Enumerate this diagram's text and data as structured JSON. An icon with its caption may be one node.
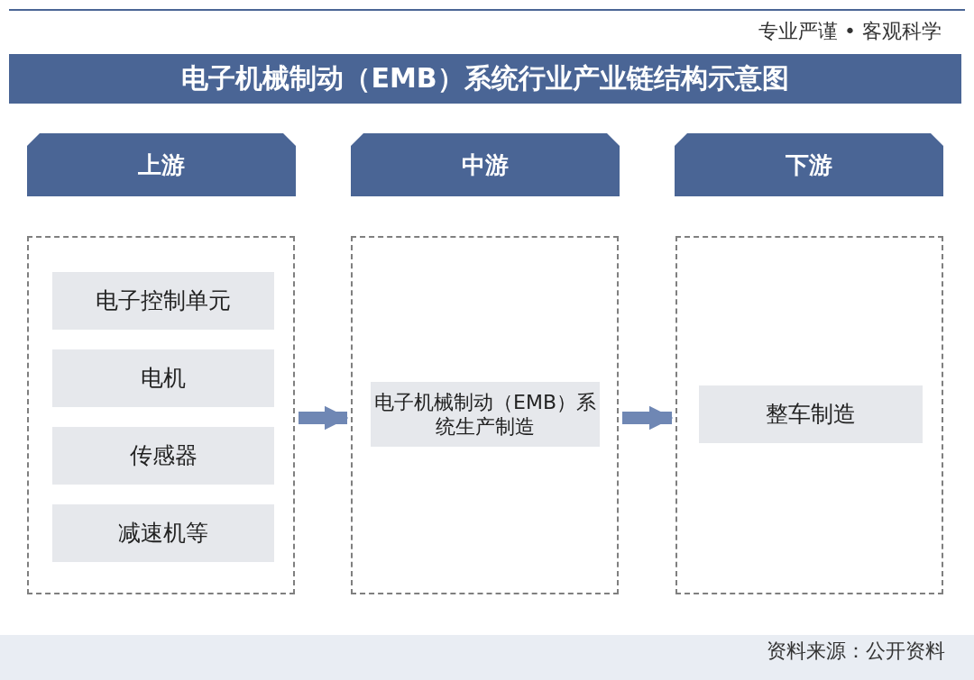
{
  "diagram": {
    "title": "电子机械制动（EMB）系统行业产业链结构示意图",
    "nodes": [
      {
        "text": [
          "上游"
        ]
      },
      {
        "text": [
          "中游"
        ]
      },
      {
        "text": [
          "下游"
        ]
      },
      {
        "text": [],
        "shape": "box"
      },
      {
        "text": [
          "电子控制单元"
        ],
        "in": 3
      },
      {
        "text": [
          "电机"
        ],
        "in": 3
      },
      {
        "text": [
          "传感器"
        ],
        "in": 3
      },
      {
        "text": [
          "减速机等"
        ],
        "in": 3
      },
      {
        "text": [],
        "shape": "box"
      },
      {
        "text": [
          "电子机械制动（EMB）系统生产制造"
        ],
        "in": 8
      },
      {
        "text": [],
        "shape": "box"
      },
      {
        "text": [
          "整车制造"
        ],
        "in": 10
      }
    ],
    "edges": [
      {
        "from": 3,
        "to": 8,
        "arrow": "to"
      },
      {
        "from": 8,
        "to": 10,
        "arrow": "to"
      }
    ],
    "labels": [
      "专业严谨 • 客观科学",
      "资料来源：公开资料"
    ]
  }
}
